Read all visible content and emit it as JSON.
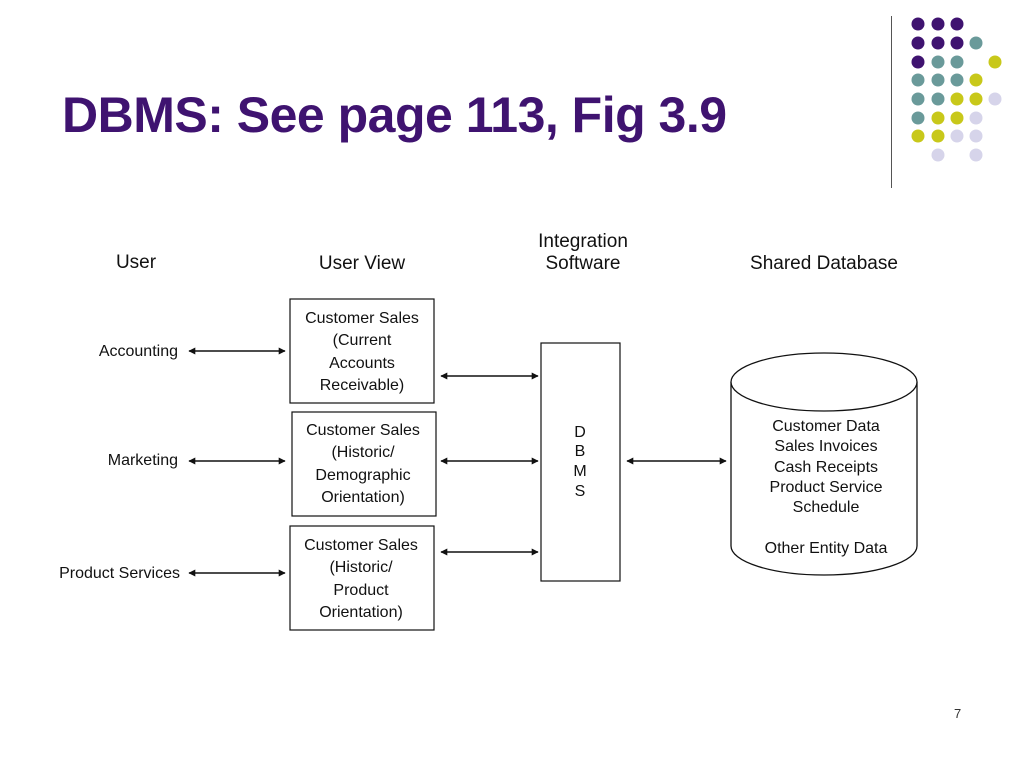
{
  "slide": {
    "title": "DBMS: See page 113, Fig 3.9",
    "page_number": "7"
  },
  "decoration": {
    "colors": {
      "purple": "#3f1370",
      "teal": "#6a9a9a",
      "yellow": "#c8c81a",
      "lavender": "#d6d4ea"
    }
  },
  "diagram": {
    "headers": {
      "user": "User",
      "user_view": "User View",
      "integration_line1": "Integration",
      "integration_line2": "Software",
      "shared_db": "Shared Database"
    },
    "users": [
      "Accounting",
      "Marketing",
      "Product Services"
    ],
    "views": [
      [
        "Customer Sales",
        "(Current",
        "Accounts",
        "Receivable)"
      ],
      [
        "Customer Sales",
        "(Historic/",
        "Demographic",
        "Orientation)"
      ],
      [
        "Customer Sales",
        "(Historic/",
        "Product",
        "Orientation)"
      ]
    ],
    "dbms_letters": [
      "D",
      "B",
      "M",
      "S"
    ],
    "database_items": [
      "Customer Data",
      "Sales Invoices",
      "Cash Receipts",
      "Product Service",
      "Schedule"
    ],
    "database_other": "Other Entity Data"
  }
}
